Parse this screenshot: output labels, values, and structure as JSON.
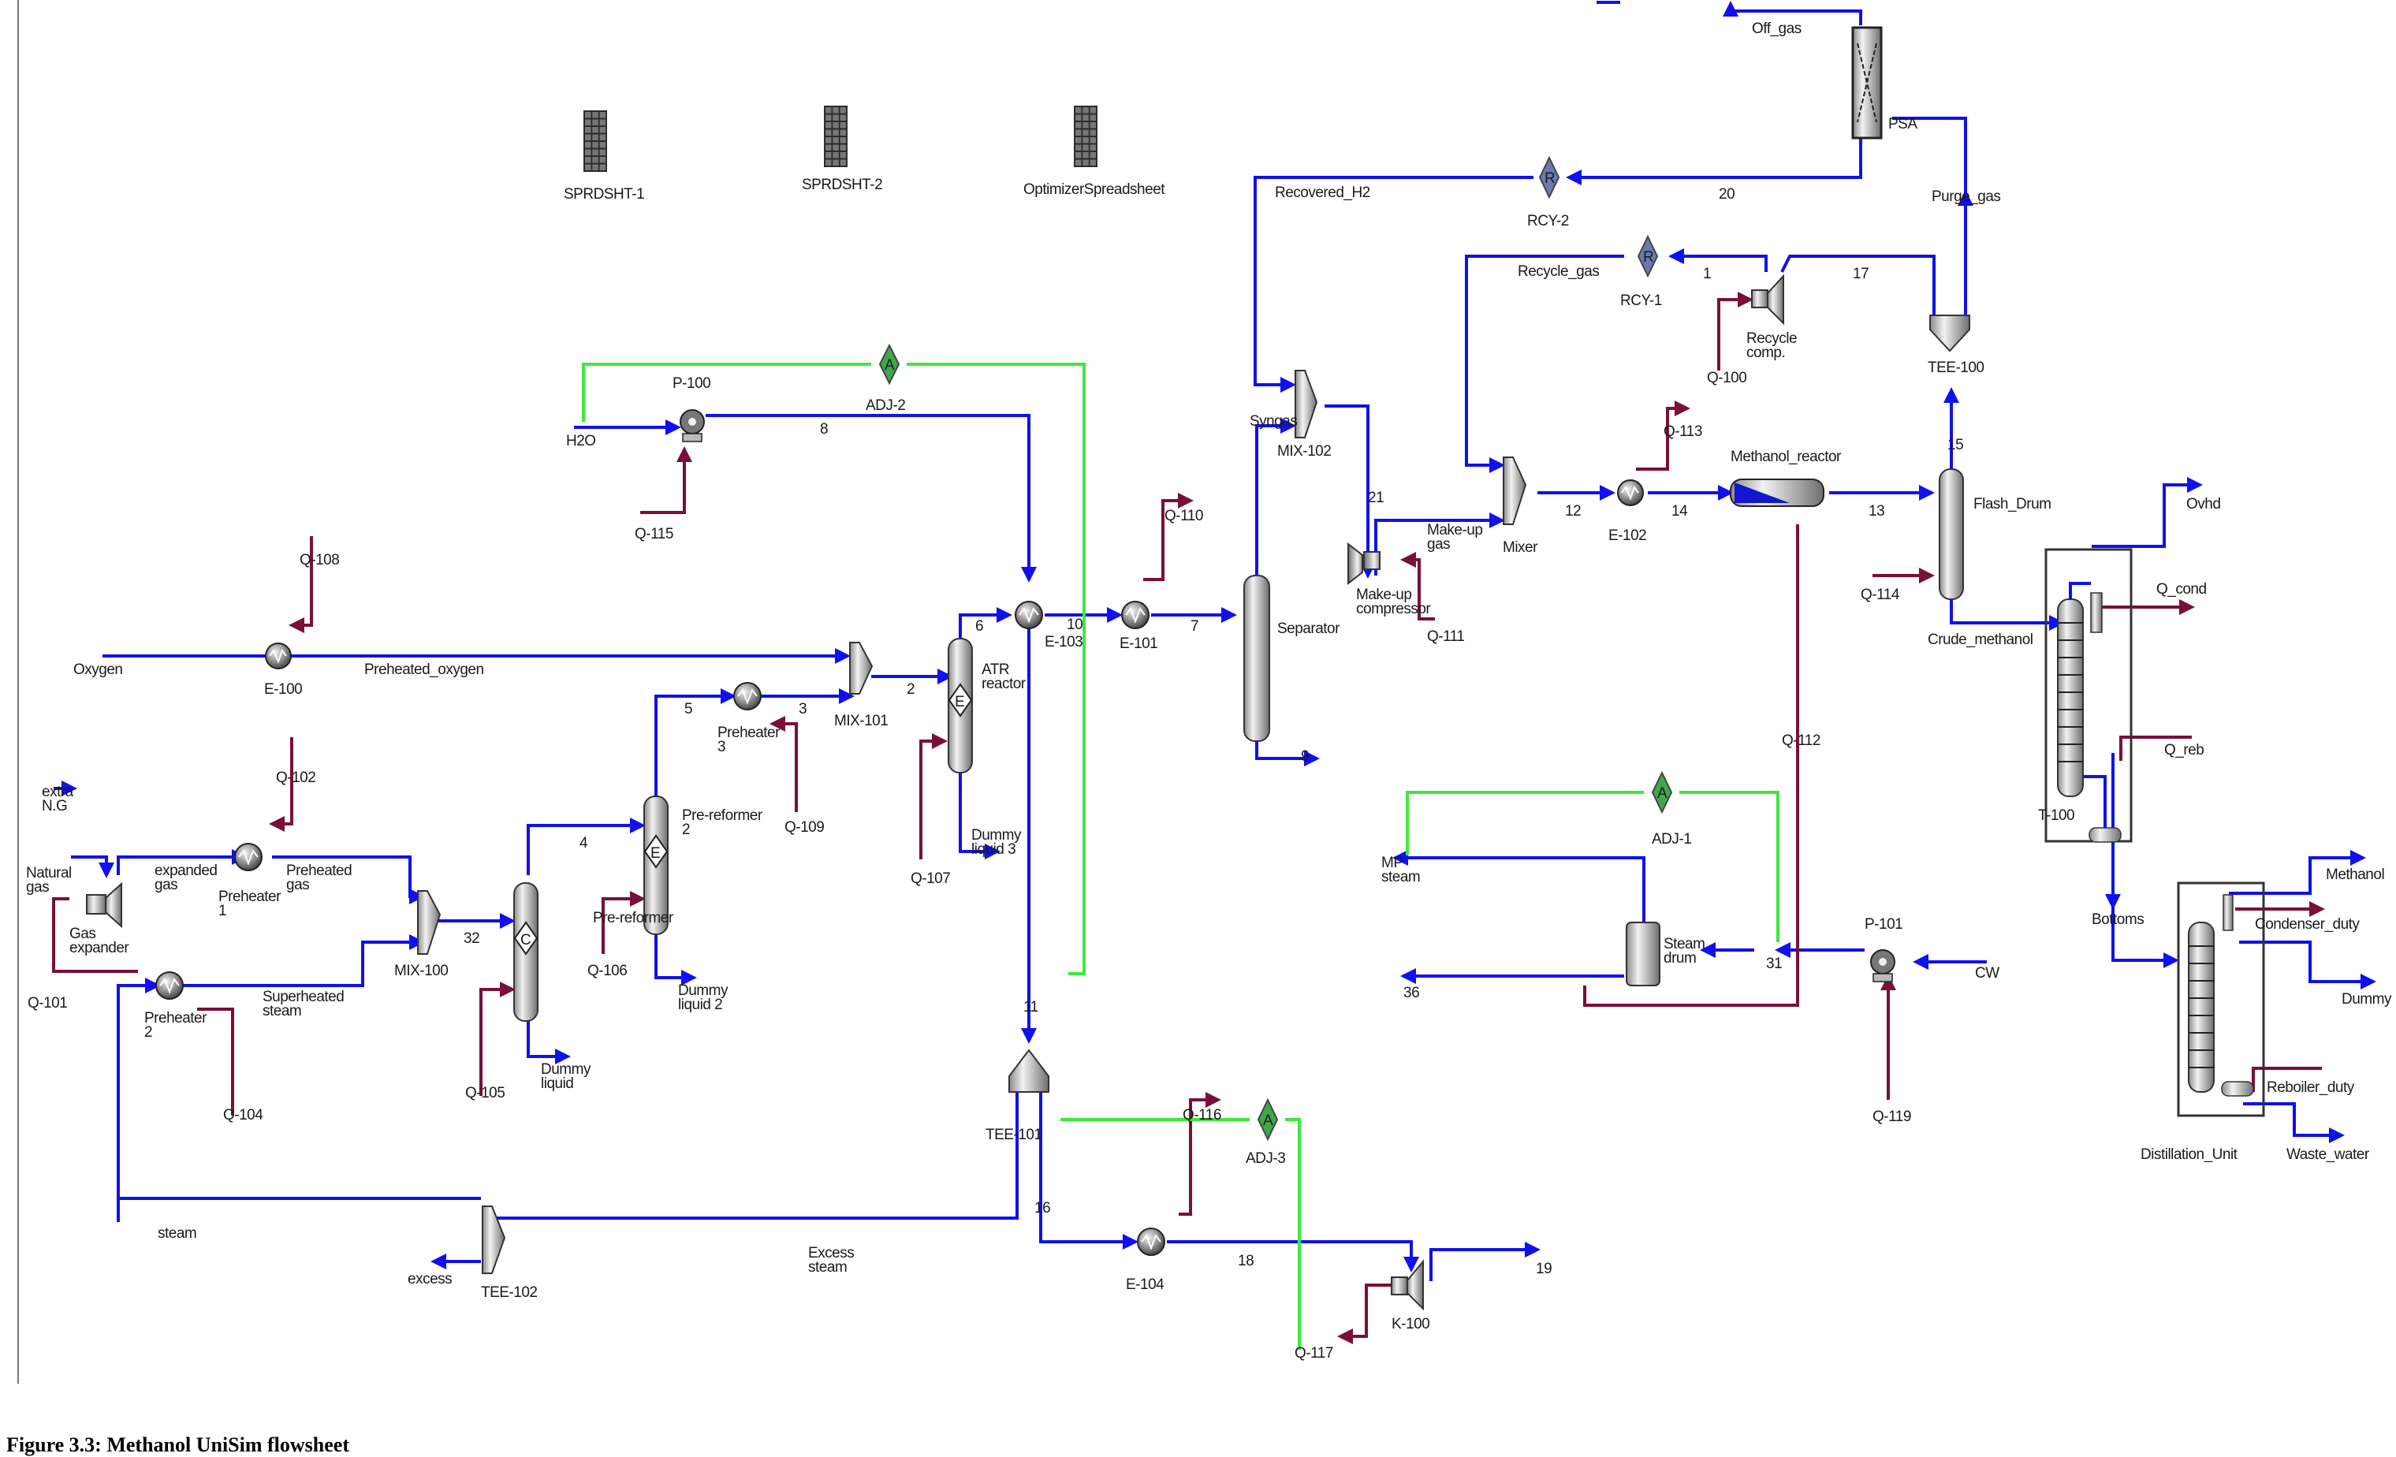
{
  "figure": {
    "caption": "Figure 3.3: Methanol UniSim flowsheet",
    "colors": {
      "material_stream": "#1010f0",
      "energy_stream": "#7a0f3a",
      "control_signal": "#3ee83e",
      "equipment_fill": "#c8c8c8"
    }
  },
  "spreadsheets": [
    {
      "label": "SPRDSHT-1"
    },
    {
      "label": "SPRDSHT-2"
    },
    {
      "label": "OptimizerSpreadsheet"
    }
  ],
  "equipment": {
    "gas_expander": "Gas\nexpander",
    "preheater1": "Preheater\n1",
    "preheater2": "Preheater\n2",
    "preheater3": "Preheater\n3",
    "mix100": "MIX-100",
    "mix101": "MIX-101",
    "mix102": "MIX-102",
    "mixer": "Mixer",
    "pre_reformer": "Pre-reformer",
    "pre_reformer2": "Pre-reformer\n2",
    "atr_reactor": "ATR\nreactor",
    "e100": "E-100",
    "e101": "E-101",
    "e102": "E-102",
    "e103": "E-103",
    "e104": "E-104",
    "p100": "P-100",
    "p101": "P-101",
    "adj1": "ADJ-1",
    "adj2": "ADJ-2",
    "adj3": "ADJ-3",
    "rcy1": "RCY-1",
    "rcy2": "RCY-2",
    "separator": "Separator",
    "makeup_compressor": "Make-up\ncompressor",
    "recycle_comp": "Recycle\ncomp.",
    "methanol_reactor": "Methanol_reactor",
    "flash_drum": "Flash_Drum",
    "tee100": "TEE-100",
    "tee101": "TEE-101",
    "tee102": "TEE-102",
    "psa": "PSA",
    "t100": "T-100",
    "distillation_unit": "Distillation_Unit",
    "steam_drum": "Steam\ndrum",
    "k100": "K-100",
    "adj_glyph": "A",
    "rcy_glyph": "R",
    "conv_glyph": "C",
    "equil_glyph": "E"
  },
  "streams": {
    "extra_ng": "extra\nN.G",
    "natural_gas": "Natural\ngas",
    "expanded_gas": "expanded\ngas",
    "preheated_gas": "Preheated\ngas",
    "superheated_steam": "Superheated\nsteam",
    "s32": "32",
    "dummy_liquid": "Dummy\nliquid",
    "dummy_liquid2": "Dummy\nliquid 2",
    "dummy_liquid3": "Dummy\nliquid 3",
    "s4": "4",
    "s5": "5",
    "s3": "3",
    "s2": "2",
    "s6": "6",
    "s10": "10",
    "s7": "7",
    "s9": "9",
    "s8": "8",
    "s11": "11",
    "s16": "16",
    "s18": "18",
    "s19": "19",
    "h2o": "H2O",
    "oxygen": "Oxygen",
    "preheated_oxygen": "Preheated_oxygen",
    "steam": "steam",
    "excess": "excess",
    "excess_steam": "Excess\nsteam",
    "syngas": "Syngas",
    "s21": "21",
    "makeup_gas": "Make-up\ngas",
    "s12": "12",
    "s14": "14",
    "s13": "13",
    "s15": "15",
    "s17": "17",
    "s1": "1",
    "s20": "20",
    "recycle_gas": "Recycle_gas",
    "recovered_h2": "Recovered_H2",
    "off_gas": "Off_gas",
    "purge_gas": "Purge_gas",
    "crude_methanol": "Crude_methanol",
    "ovhd": "Ovhd",
    "bottoms": "Bottoms",
    "methanol": "Methanol",
    "dummy": "Dummy",
    "waste_water": "Waste_water",
    "mp_steam": "MP\nsteam",
    "s36": "36",
    "s31": "31",
    "cw": "CW"
  },
  "energy_streams": {
    "q101": "Q-101",
    "q102": "Q-102",
    "q104": "Q-104",
    "q105": "Q-105",
    "q106": "Q-106",
    "q107": "Q-107",
    "q108": "Q-108",
    "q109": "Q-109",
    "q110": "Q-110",
    "q111": "Q-111",
    "q112": "Q-112",
    "q113": "Q-113",
    "q114": "Q-114",
    "q115": "Q-115",
    "q116": "Q-116",
    "q117": "Q-117",
    "q119": "Q-119",
    "q100": "Q-100",
    "q_cond": "Q_cond",
    "q_reb": "Q_reb",
    "condenser_duty": "Condenser_duty",
    "reboiler_duty": "Reboiler_duty"
  }
}
